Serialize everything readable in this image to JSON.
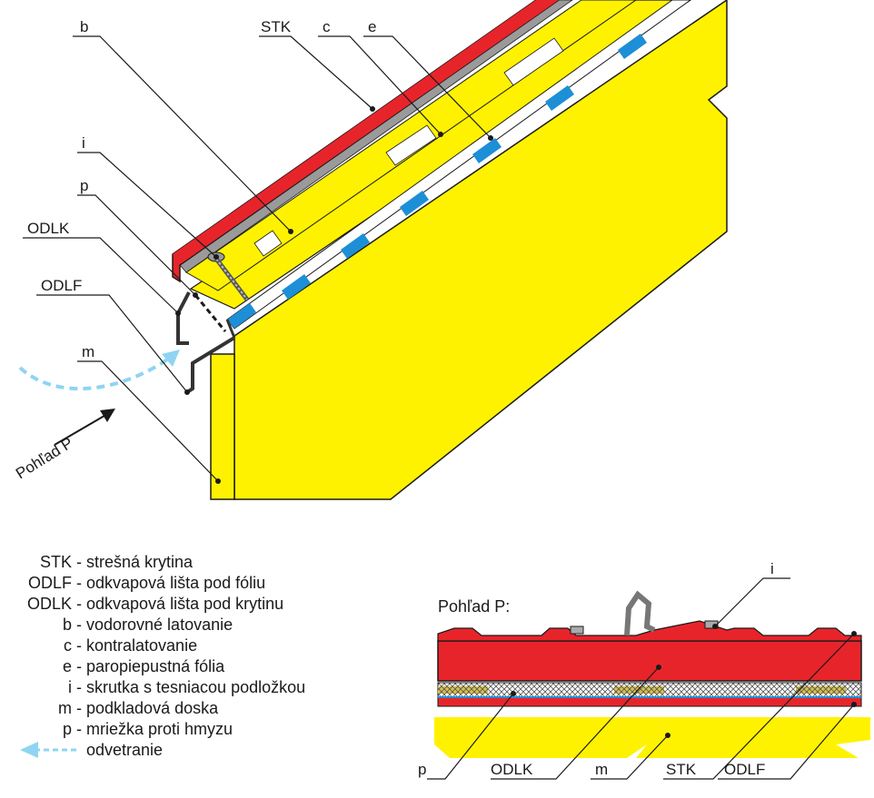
{
  "top_labels": {
    "b": "b",
    "stk": "STK",
    "c": "c",
    "e": "e",
    "i": "i",
    "p": "p",
    "odlk": "ODLK",
    "odlf": "ODLF",
    "m": "m"
  },
  "view_arrow_label": "Pohľad P",
  "legend": [
    {
      "code": "STK",
      "text": "strešná krytina"
    },
    {
      "code": "ODLF",
      "text": "odkvapová lišta pod fóliu"
    },
    {
      "code": "ODLK",
      "text": "odkvapová lišta pod krytinu"
    },
    {
      "code": "b",
      "text": "vodorovné latovanie"
    },
    {
      "code": "c",
      "text": "kontralatovanie"
    },
    {
      "code": "e",
      "text": "paropiepustná fólia"
    },
    {
      "code": "i",
      "text": "skrutka s tesniacou podložkou"
    },
    {
      "code": "m",
      "text": "podkladová doska"
    },
    {
      "code": "p",
      "text": "mriežka proti hmyzu"
    },
    {
      "code": "",
      "text": "odvetranie"
    }
  ],
  "section_title": "Pohľad P:",
  "section_labels": {
    "i": "i",
    "p": "p",
    "odlk": "ODLK",
    "m": "m",
    "stk": "STK",
    "odlf": "ODLF"
  },
  "colors": {
    "roof_red": "#e8242b",
    "wood_yellow": "#fff200",
    "foil_blue": "#1d8fd6",
    "vent_blue": "#8fd4f2",
    "outline": "#1a1a1a"
  }
}
